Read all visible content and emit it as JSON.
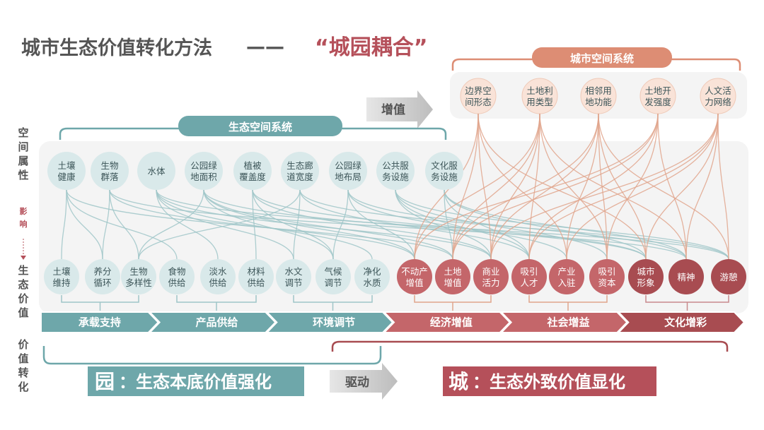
{
  "title": {
    "main": "城市生态价值转化方法",
    "dash": "——",
    "highlight": "“城园耦合”"
  },
  "colors": {
    "teal": "#6ea7aa",
    "teal_light": "#d9e9ea",
    "teal_line": "#9fc5c8",
    "salmon": "#dd8d74",
    "salmon_light": "#f9e3d8",
    "salmon_line": "#e0a58c",
    "red": "#c4666a",
    "maroon": "#a84c51",
    "gray": "#9d9d9d"
  },
  "side_labels": {
    "spatial_attr": [
      "空",
      "间",
      "属",
      "性"
    ],
    "influence": [
      "影",
      "响"
    ],
    "eco_value": [
      "生",
      "态",
      "价",
      "值"
    ],
    "value_conversion": [
      "价",
      "值",
      "转",
      "化"
    ]
  },
  "city_system": {
    "label": "城市空间系统",
    "nodes": [
      {
        "id": "c1",
        "l1": "边界空",
        "l2": "间形态"
      },
      {
        "id": "c2",
        "l1": "土地利",
        "l2": "用类型"
      },
      {
        "id": "c3",
        "l1": "相邻用",
        "l2": "地功能"
      },
      {
        "id": "c4",
        "l1": "土地开",
        "l2": "发强度"
      },
      {
        "id": "c5",
        "l1": "人文活",
        "l2": "力网络"
      }
    ]
  },
  "value_add_arrow": "增值",
  "eco_system": {
    "label": "生态空间系统",
    "nodes": [
      {
        "id": "e1",
        "l1": "土壤",
        "l2": "健康"
      },
      {
        "id": "e2",
        "l1": "生物",
        "l2": "群落"
      },
      {
        "id": "e3",
        "l1": "水体",
        "l2": ""
      },
      {
        "id": "e4",
        "l1": "公园绿",
        "l2": "地面积"
      },
      {
        "id": "e5",
        "l1": "植被",
        "l2": "覆盖度"
      },
      {
        "id": "e6",
        "l1": "生态廊",
        "l2": "道宽度"
      },
      {
        "id": "e7",
        "l1": "公园绿",
        "l2": "地布局"
      },
      {
        "id": "e8",
        "l1": "公共服",
        "l2": "务设施"
      },
      {
        "id": "e9",
        "l1": "文化服",
        "l2": "务设施"
      }
    ]
  },
  "values": [
    {
      "id": "v1",
      "l1": "土壤",
      "l2": "维持",
      "kind": "teal"
    },
    {
      "id": "v2",
      "l1": "养分",
      "l2": "循环",
      "kind": "teal"
    },
    {
      "id": "v3",
      "l1": "生物",
      "l2": "多样性",
      "kind": "teal"
    },
    {
      "id": "v4",
      "l1": "食物",
      "l2": "供给",
      "kind": "teal"
    },
    {
      "id": "v5",
      "l1": "淡水",
      "l2": "供给",
      "kind": "teal"
    },
    {
      "id": "v6",
      "l1": "材料",
      "l2": "供给",
      "kind": "teal"
    },
    {
      "id": "v7",
      "l1": "水文",
      "l2": "调节",
      "kind": "teal"
    },
    {
      "id": "v8",
      "l1": "气候",
      "l2": "调节",
      "kind": "teal"
    },
    {
      "id": "v9",
      "l1": "净化",
      "l2": "水质",
      "kind": "teal"
    },
    {
      "id": "v10",
      "l1": "不动产",
      "l2": "增值",
      "kind": "red"
    },
    {
      "id": "v11",
      "l1": "土地",
      "l2": "增值",
      "kind": "red"
    },
    {
      "id": "v12",
      "l1": "商业",
      "l2": "活力",
      "kind": "red"
    },
    {
      "id": "v13",
      "l1": "吸引",
      "l2": "人才",
      "kind": "red"
    },
    {
      "id": "v14",
      "l1": "产业",
      "l2": "入驻",
      "kind": "red"
    },
    {
      "id": "v15",
      "l1": "吸引",
      "l2": "资本",
      "kind": "red"
    },
    {
      "id": "v16",
      "l1": "城市",
      "l2": "形象",
      "kind": "maroon"
    },
    {
      "id": "v17",
      "l1": "精神",
      "l2": "",
      "kind": "maroon"
    },
    {
      "id": "v18",
      "l1": "游憩",
      "l2": "",
      "kind": "maroon"
    }
  ],
  "categories": [
    {
      "label": "承载支持",
      "kind": "teal"
    },
    {
      "label": "产品供给",
      "kind": "teal"
    },
    {
      "label": "环境调节",
      "kind": "teal"
    },
    {
      "label": "经济增值",
      "kind": "red"
    },
    {
      "label": "社会增益",
      "kind": "red"
    },
    {
      "label": "文化增彩",
      "kind": "maroon"
    }
  ],
  "eco_links": [
    [
      "e1",
      "v1"
    ],
    [
      "e1",
      "v2"
    ],
    [
      "e1",
      "v4"
    ],
    [
      "e1",
      "v11"
    ],
    [
      "e2",
      "v2"
    ],
    [
      "e2",
      "v3"
    ],
    [
      "e2",
      "v10"
    ],
    [
      "e2",
      "v17"
    ],
    [
      "e3",
      "v5"
    ],
    [
      "e3",
      "v7"
    ],
    [
      "e3",
      "v9"
    ],
    [
      "e3",
      "v12"
    ],
    [
      "e3",
      "v18"
    ],
    [
      "e4",
      "v3"
    ],
    [
      "e4",
      "v8"
    ],
    [
      "e4",
      "v10"
    ],
    [
      "e4",
      "v11"
    ],
    [
      "e4",
      "v16"
    ],
    [
      "e5",
      "v6"
    ],
    [
      "e5",
      "v8"
    ],
    [
      "e5",
      "v12"
    ],
    [
      "e5",
      "v16"
    ],
    [
      "e6",
      "v3"
    ],
    [
      "e6",
      "v7"
    ],
    [
      "e6",
      "v13"
    ],
    [
      "e6",
      "v18"
    ],
    [
      "e7",
      "v8"
    ],
    [
      "e7",
      "v10"
    ],
    [
      "e7",
      "v14"
    ],
    [
      "e7",
      "v17"
    ],
    [
      "e8",
      "v12"
    ],
    [
      "e8",
      "v13"
    ],
    [
      "e8",
      "v15"
    ],
    [
      "e8",
      "v18"
    ],
    [
      "e9",
      "v16"
    ],
    [
      "e9",
      "v17"
    ],
    [
      "e9",
      "v13"
    ],
    [
      "e9",
      "v11"
    ]
  ],
  "city_links": [
    [
      "c1",
      "v10"
    ],
    [
      "c1",
      "v11"
    ],
    [
      "c1",
      "v12"
    ],
    [
      "c1",
      "v14"
    ],
    [
      "c1",
      "v16"
    ],
    [
      "c2",
      "v10"
    ],
    [
      "c2",
      "v11"
    ],
    [
      "c2",
      "v12"
    ],
    [
      "c2",
      "v13"
    ],
    [
      "c2",
      "v15"
    ],
    [
      "c2",
      "v17"
    ],
    [
      "c3",
      "v11"
    ],
    [
      "c3",
      "v12"
    ],
    [
      "c3",
      "v14"
    ],
    [
      "c3",
      "v15"
    ],
    [
      "c3",
      "v16"
    ],
    [
      "c3",
      "v18"
    ],
    [
      "c4",
      "v10"
    ],
    [
      "c4",
      "v11"
    ],
    [
      "c4",
      "v13"
    ],
    [
      "c4",
      "v15"
    ],
    [
      "c4",
      "v17"
    ],
    [
      "c5",
      "v12"
    ],
    [
      "c5",
      "v13"
    ],
    [
      "c5",
      "v14"
    ],
    [
      "c5",
      "v16"
    ],
    [
      "c5",
      "v17"
    ],
    [
      "c5",
      "v18"
    ]
  ],
  "bottom": {
    "park_char": "园",
    "park_text": "：生态本底价值强化",
    "drive": "驱动",
    "city_char": "城",
    "city_text": "：生态外致价值显化"
  }
}
